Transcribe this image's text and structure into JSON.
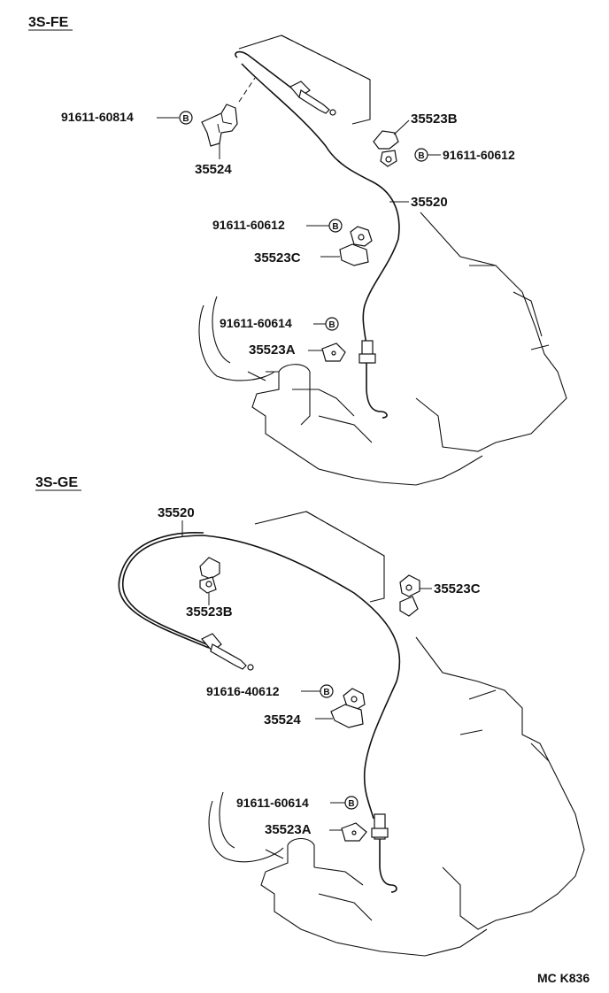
{
  "sections": [
    {
      "name": "3S-FE",
      "labels": {
        "bolt_top_left": "91611-60814",
        "bracket": "35524",
        "clamp_b": "35523B",
        "bolt_clamp_b": "91611-60612",
        "cable": "35520",
        "bolt_clamp_c": "91611-60612",
        "clamp_c": "35523C",
        "bolt_clamp_a": "91611-60614",
        "clamp_a": "35523A"
      }
    },
    {
      "name": "3S-GE",
      "labels": {
        "cable": "35520",
        "clamp_b": "35523B",
        "clamp_c": "35523C",
        "bolt_bracket": "91616-40612",
        "bracket": "35524",
        "bolt_clamp_a": "91611-60614",
        "clamp_a": "35523A"
      }
    }
  ],
  "bolt_marker": "B",
  "diagram_code": "MC K836"
}
